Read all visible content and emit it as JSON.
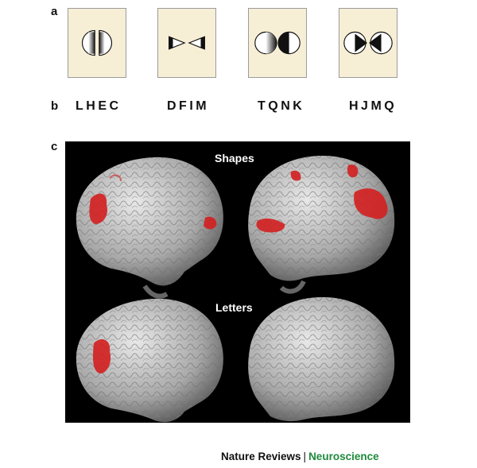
{
  "panels": {
    "a_label": "a",
    "b_label": "b",
    "c_label": "c"
  },
  "stimuli": [
    {
      "shape": "split-semicircles-facing"
    },
    {
      "shape": "triangles-facing"
    },
    {
      "shape": "half-shaded-circles"
    },
    {
      "shape": "circle-notched-triangles"
    }
  ],
  "letter_strings": [
    "LHEC",
    "DFIM",
    "TQNK",
    "HJMQ"
  ],
  "conditions": {
    "shapes": "Shapes",
    "letters": "Letters"
  },
  "activation_color": "#d31f1f",
  "credit": {
    "journal": "Nature Reviews",
    "separator": "|",
    "section": "Neuroscience",
    "section_color": "#1f8a3b"
  }
}
